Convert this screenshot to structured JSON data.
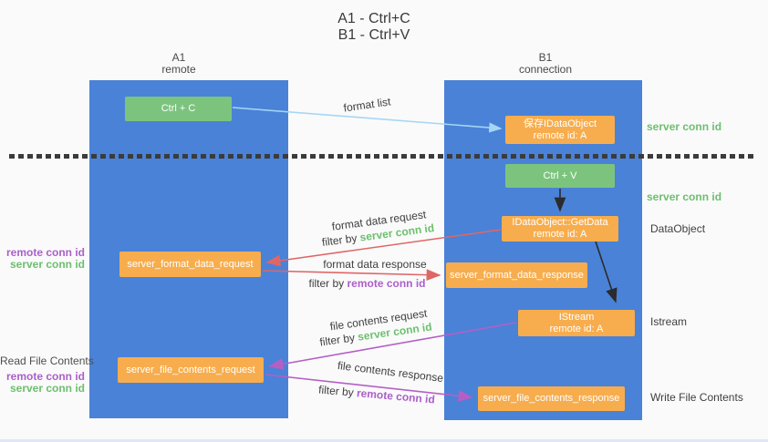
{
  "title": {
    "line1": "A1 - Ctrl+C",
    "line2": "B1 - Ctrl+V"
  },
  "lanes": [
    {
      "name": "A1",
      "subtitle": "remote"
    },
    {
      "name": "B1",
      "subtitle": "connection"
    }
  ],
  "nodes": {
    "ctrl_c": "Ctrl + C",
    "save_dataobject": {
      "line1": "保存IDataObject",
      "line2": "remote id: A"
    },
    "ctrl_v": "Ctrl + V",
    "getdata": {
      "line1": "IDataObject::GetData",
      "line2": "remote id: A"
    },
    "server_format_data_request": "server_format_data_request",
    "server_format_data_response": "server_format_data_response",
    "istream": {
      "line1": "IStream",
      "line2": "remote id: A"
    },
    "server_file_contents_request": "server_file_contents_request",
    "server_file_contents_response": "server_file_contents_response"
  },
  "edge_labels": {
    "format_list": "format list",
    "format_data_request": "format data request",
    "format_data_response": "format data response",
    "file_contents_request": "file contents request",
    "file_contents_response": "file contents response",
    "filter_by": "filter by ",
    "server_conn_id": "server conn id",
    "remote_conn_id": "remote conn id"
  },
  "side_labels": {
    "read_file_contents": "Read File Contents",
    "write_file_contents": "Write File Contents",
    "dataobject": "DataObject",
    "istream": "Istream",
    "server_conn_id": "server conn id",
    "remote_conn_id": "remote conn id"
  },
  "colors": {
    "lane_blue": "#4a82d7",
    "box_orange": "#f7ad4d",
    "box_green": "#7cc47e",
    "arrow_red": "#e06666",
    "arrow_magenta": "#b55fc5",
    "arrow_light_blue": "#a5d6f4",
    "arrow_black": "#2b2b2b",
    "label_green": "#6dbf6d",
    "label_purple": "#ab5fc9",
    "text_dark": "#3f3f3f"
  }
}
